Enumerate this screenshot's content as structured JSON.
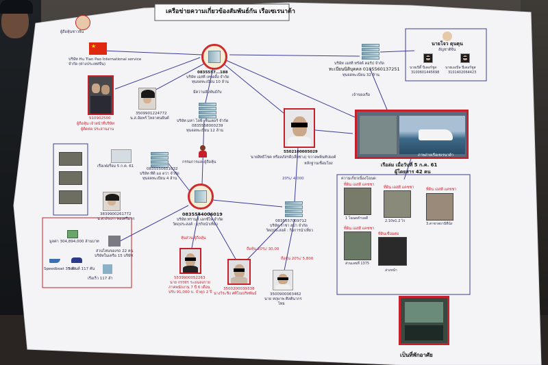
{
  "scene": {
    "colors": {
      "poster": "#f3f3f6",
      "accent_red": "#c8202a",
      "line_blue": "#3a3a9a",
      "background": "#3a3836"
    }
  },
  "poster": {
    "title": "เครือข่ายความเกี่ยวข้องสัมพันธ์กัน เรือเซเรนาต้า",
    "hub_top": {
      "id": "0835557...188",
      "line1": "บริษัท เอสที เทรดดิ้ง จำกัด",
      "line2": "ทุนจดทะเบียน 10 ล้าน"
    },
    "hub_mid": {
      "id": "0835544006019",
      "line1": "บริษัท ทรานส์ เอกซ์ไพ จำกัด",
      "line2": "วัตถุประสงค์ : ธุรกิจนำเที่ยว"
    },
    "china_company": "บริษัท Hu Tian Pao International service จำกัด (ต่างประเทศจีน)",
    "top_left_label": "ผู้ถือหุ้นชาวจีน",
    "top_right_company": {
      "line1": "บริษัท เอสที ทรัสต์ คอร์ป จำกัด",
      "line2": "ทะเบียนนิติบุคคล 0105560137251",
      "line3": "ทุนจดทะเบียน 32 ล้าน"
    },
    "owners_box": {
      "title": "นายโจว ดุนคุน",
      "subtitle": "สัญชาติจีน",
      "p1_name": "นายเปิดี้ ปีเตอร์ชูส",
      "p1_id": "3100601445698",
      "p2_name": "นายเองบีล ปีเตอร์ชูส",
      "p2_id": "3101402064423"
    },
    "boat": {
      "title": "ภาพถ่ายเรือเซเรนาต้า",
      "line1": "เรือล่ม เมื่อวันที่ 5 ก.ค. 61",
      "line2": "ผู้โดยสาร 42 คน",
      "edge_label": "เจ้าของเรือ"
    },
    "center_person": {
      "id": "5502100005029",
      "name": "นายสิทธิโชค หรือลภัสรดี(เสี่ยช่าง) ขวาลพพินทัปยงค์",
      "edge": "หลักฐานเชื่อมโยง"
    },
    "woman_photo": {
      "id": "3509901224772",
      "name": "น.ส.อัมพร์ ไหลาคนยันต์"
    },
    "company_mid": {
      "line1": "บริษัท มหา โลพี เซ็นเตอร์ จำกัด",
      "line2": "0835558000239",
      "line3": "ทุนจดทะเบียน 12 ล้าน",
      "edge_top": "มีความสัมพันธ์กับ"
    },
    "left_photo": {
      "id": "510902500",
      "caption": "ผู้ถือหุ้น เจ้าหน้าที่บริษัท",
      "note": "ผู้ติดต่อ ประสานงาน"
    },
    "left_company": {
      "id": "0835550651032",
      "line1": "บริษัท ทีดี แอ ดว่า จำกัด",
      "line2": "ทุนจดทะเบียน 4 ล้าน",
      "left_text": "เรือเฟอรี่จม 5 ก.ค. 61"
    },
    "mid_woman2": {
      "id": "3839900261772",
      "name": "น.ส.ประภา ทองศรีมาก"
    },
    "director_label": "กรรมการและผู้ถือหุ้น",
    "right_company": {
      "id": "0835557009712",
      "line1": "บริษัท ราชา สปา จำกัด",
      "line2": "วัตถุประสงค์ : กิจการนำเที่ยว",
      "edge": "20%/ 4,000"
    },
    "stake_1": "หุ้นส่วน ผู้ถือหุ้น",
    "stake_2": "ถือหุ้น 20%/ 30,00",
    "stake_3": "ถือหุ้น 20%/ 5,800",
    "bottom_people": [
      {
        "id": "5539900052263",
        "name": "นาย กรรชร ระงณลงกาย",
        "note1": "ภาคพนักงาน 7 ปี 6 เดือน",
        "note2": "ปรับ 91,000 บ. จำคุก 2 ปี"
      },
      {
        "id": "3500200039338",
        "name": "นางวิระชิง ศศิโณปรัทพันธ์",
        "note1": "",
        "note2": ""
      },
      {
        "id": "3500900063462",
        "name": "นาย หฤษาพ ศิลตินากร",
        "note1": "ไทย",
        "note2": ""
      }
    ],
    "assets_box": {
      "line1": "มูลค่า 304,894,000 ล้านบาท",
      "speedboat": "Speedboat 35 ลำ",
      "car": "รถยนต์ 117 คัน",
      "boats": "เรือเร็ว 117 ลำ",
      "company_count": "บริษัทในเครือ 15 บริษัท",
      "vehicles": "ส่วนไหนของรถ 22 คน"
    },
    "land_box": {
      "title": "ความเกี่ยวเนื่องโฉนด",
      "tag1": "ที่ดิน เอสที แคชชา",
      "tag2": "ที่ดิน เอสที แคชชา",
      "tag3": "ที่ดิน เอสที แคชชา",
      "tag4": "ที่ดิน เอสที แคชชา",
      "tag5": "ที่ดินเชื่อมต่อ",
      "c1": "1 โฉนดตำบลดี",
      "c2": "2.10ห1.2 ไร่",
      "c3": "3.สาขาสถานีที่นั่ง",
      "c4": "ส่วนเลขที่ 1375",
      "c5": "ล่วงหน้า"
    },
    "bottom_right_caption": "เป็นที่พักอาศัย"
  }
}
